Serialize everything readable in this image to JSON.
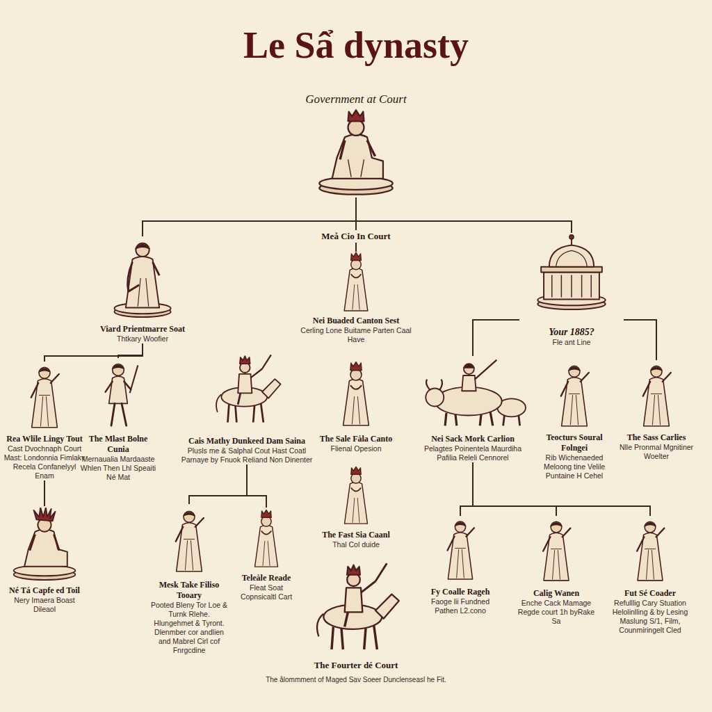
{
  "diagram": {
    "title": "Le Sẩ dynasty",
    "caption": "The ålommment of Maged Sav Soeer Dunclenseasl he Fit.",
    "nodes": [
      {
        "text": [
          "Government at Court"
        ]
      },
      {
        "text": [
          "Viard Prientmarre Soat",
          "Thtkary Woofier"
        ]
      },
      {
        "text": [
          "Nei Buaded Canton Sest",
          "Cerling Lone Buitame Parten Caal Have"
        ]
      },
      {
        "text": [
          "Your 1885?",
          "Fle ant Line"
        ]
      },
      {
        "text": [
          "Rea Wlile Lingy Tout",
          "Cast Dvochnaph Court Mast: Londonnia Fimlakv Recela Confanelyyl Enam"
        ]
      },
      {
        "text": [
          "The Mlast Bolne Cunia",
          "Mernaualia Mardaaste Whlen Then Lhl Speaiti Né Mat"
        ]
      },
      {
        "text": [
          "Cais Mathy Dunkeed Dam Saina",
          "Plusls me & Salphal Cout Hast Coatl Parnaye by Fnuok Reliand Non Dinenter"
        ]
      },
      {
        "text": [
          "The Sale Fåla Canto",
          "Flienal Opesion"
        ]
      },
      {
        "text": [
          "Nei Sack Mork Carlion",
          "Pelagtes Poinentela Maurdiha Pafilia Releli Cennorel"
        ]
      },
      {
        "text": [
          "Teocturs Soural Folngei",
          "Rib Wichenaeded Meloong tine Velile Puntaine H Cehel"
        ]
      },
      {
        "text": [
          "The Sass Carlies",
          "Nlle Pronmal Mgnitiner Woelter"
        ]
      },
      {
        "text": [
          "The Fast Sia Caanl",
          "Thal Col duide"
        ]
      },
      {
        "text": [
          "Mesk Take Filiso Tooary",
          "Pooted Bleny Tor Loe & Turnk Rlehe. Hlungehmet & Tyront. Dlenmber cor andlien and Mabrel Cirl cof Fnrgcdine"
        ]
      },
      {
        "text": [
          "Teleåle Reade",
          "Fleat Soat Copnsicaltl Cart"
        ]
      },
      {
        "text": [
          "Fy Coalle Rageh",
          "Faoge lii Fundned Pathen L2.cono"
        ]
      },
      {
        "text": [
          "Calig Wanen",
          "Enche Cack Mamage Regde court 1h byRake Sa"
        ]
      },
      {
        "text": [
          "Fut Sé Coader",
          "Refulllig Cary Stuation Helolinlling & by Lesing Maslung S/1, Film, Counmiringelt Cled"
        ]
      },
      {
        "text": [
          "Né Tá Capfe ed Toil",
          "Nery Imaera Boast Dileaol"
        ]
      },
      {
        "text": [
          "The Fourter dé Court"
        ]
      }
    ],
    "edges": [
      {
        "from": 0,
        "to": 1,
        "arrow": "none"
      },
      {
        "from": 0,
        "to": 2,
        "label": "Meå Cio In Court",
        "arrow": "none"
      },
      {
        "from": 0,
        "to": 3,
        "arrow": "none"
      },
      {
        "from": 1,
        "to": 4,
        "arrow": "none"
      },
      {
        "from": 1,
        "to": 5,
        "arrow": "none"
      },
      {
        "from": 4,
        "to": 17,
        "arrow": "none"
      },
      {
        "from": 6,
        "to": 12,
        "arrow": "none"
      },
      {
        "from": 6,
        "to": 13,
        "arrow": "none"
      },
      {
        "from": 3,
        "to": 8,
        "arrow": "none"
      },
      {
        "from": 3,
        "to": 10,
        "arrow": "none"
      },
      {
        "from": 8,
        "to": 14,
        "arrow": "none"
      },
      {
        "from": 8,
        "to": 15,
        "arrow": "none"
      },
      {
        "from": 8,
        "to": 16,
        "arrow": "none"
      }
    ]
  }
}
